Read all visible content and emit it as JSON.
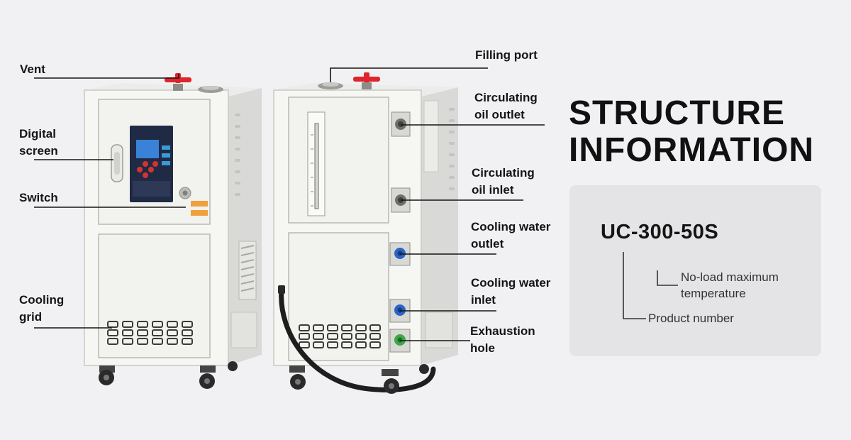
{
  "callouts": {
    "vent": [
      "Vent"
    ],
    "digital_screen": [
      "Digital",
      "screen"
    ],
    "switch": [
      "Switch"
    ],
    "cooling_grid": [
      "Cooling",
      "grid"
    ],
    "filling_port": [
      "Filling port"
    ],
    "oil_outlet": [
      "Circulating",
      "oil outlet"
    ],
    "oil_inlet": [
      "Circulating",
      "oil inlet"
    ],
    "water_outlet": [
      "Cooling water",
      "outlet"
    ],
    "water_inlet": [
      "Cooling water",
      "inlet"
    ],
    "exhaust_hole": [
      "Exhaustion",
      "hole"
    ]
  },
  "title": [
    "STRUCTURE",
    "INFORMATION"
  ],
  "structure": {
    "model": "UC-300-50S",
    "max_temp": [
      "No-load maximum",
      "temperature"
    ],
    "product_number": "Product number"
  },
  "colors": {
    "background": "#f1f1f3",
    "box": "#e4e4e6",
    "valve_red": "#e0242b",
    "fitting_blue": "#2a64c6",
    "fitting_green": "#3aa84a"
  }
}
